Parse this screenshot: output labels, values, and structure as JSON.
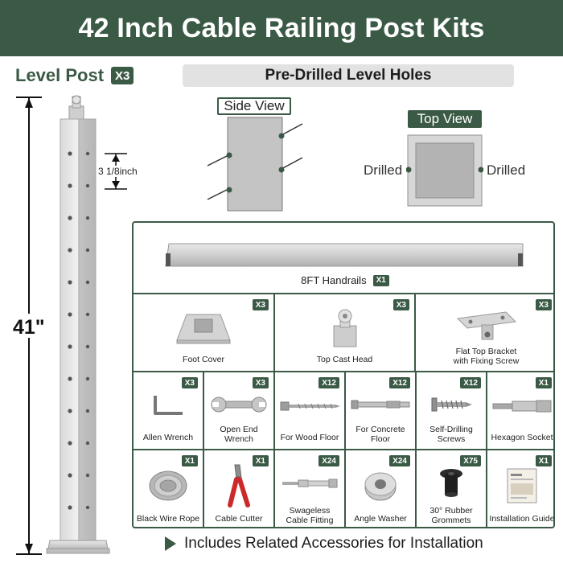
{
  "header": {
    "title": "42 Inch Cable Railing Post Kits"
  },
  "level_post": {
    "label": "Level Post",
    "qty": "X3",
    "height_label": "41\"",
    "spacing_label": "3 1/8inch"
  },
  "predrilled": {
    "title": "Pre-Drilled Level Holes",
    "side_view": "Side View",
    "top_view": "Top View",
    "drilled_left": "Drilled",
    "drilled_right": "Drilled"
  },
  "handrail": {
    "label": "8FT Handrails",
    "qty": "X1"
  },
  "row1": [
    {
      "label": "Foot Cover",
      "qty": "X3"
    },
    {
      "label": "Top Cast Head",
      "qty": "X3"
    },
    {
      "label": "Flat Top Bracket\nwith Fixing Screw",
      "qty": "X3"
    }
  ],
  "row2": [
    {
      "label": "Allen Wrench",
      "qty": "X3"
    },
    {
      "label": "Open End\nWrench",
      "qty": "X3"
    },
    {
      "label": "For Wood Floor",
      "qty": "X12"
    },
    {
      "label": "For Concrete\nFloor",
      "qty": "X12"
    },
    {
      "label": "Self-Drilling\nScrews",
      "qty": "X12"
    },
    {
      "label": "Hexagon Socket",
      "qty": "X1"
    }
  ],
  "row3": [
    {
      "label": "Black Wire Rope",
      "qty": "X1"
    },
    {
      "label": "Cable Cutter",
      "qty": "X1"
    },
    {
      "label": "Swageless\nCable Fitting",
      "qty": "X24"
    },
    {
      "label": "Angle Washer",
      "qty": "X24"
    },
    {
      "label": "30° Rubber\nGrommets",
      "qty": "X75"
    },
    {
      "label": "Installation Guide",
      "qty": "X1"
    }
  ],
  "footer": {
    "text": "Includes Related Accessories for Installation"
  },
  "colors": {
    "brand_green": "#3b5a45",
    "steel": "#c9c9c9",
    "label_bg": "#e2e2e2"
  }
}
